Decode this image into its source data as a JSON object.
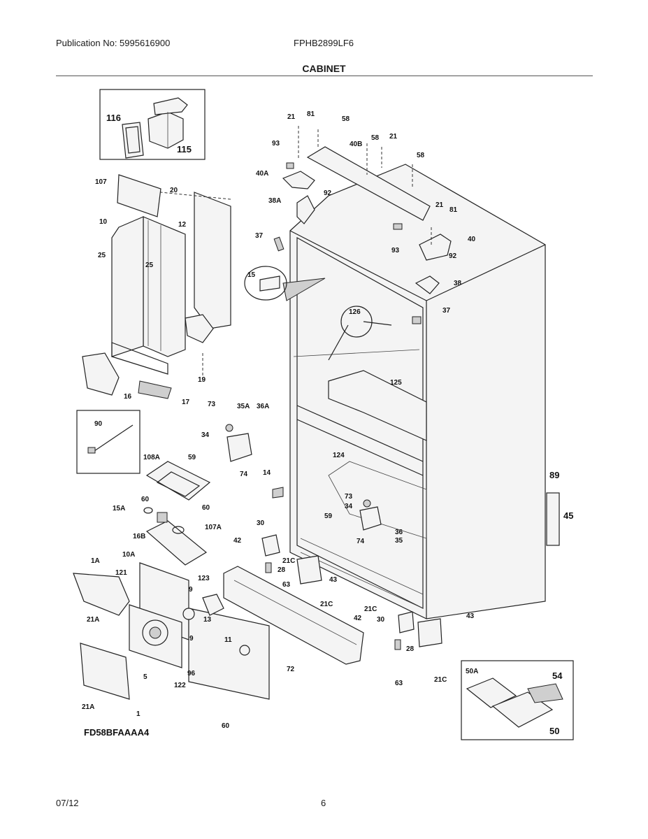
{
  "header": {
    "publication": "Publication No: 5995616900",
    "model": "FPHB2899LF6",
    "section_title": "CABINET"
  },
  "footer": {
    "date": "07/12",
    "page": "6"
  },
  "diagram": {
    "reference_code": "FD58BFAAAA4",
    "part_labels": [
      "116",
      "115",
      "107",
      "20",
      "10",
      "12",
      "25",
      "25",
      "16",
      "17",
      "19",
      "90",
      "73",
      "35A",
      "36A",
      "34",
      "59",
      "74",
      "108A",
      "14",
      "60",
      "15A",
      "60",
      "16B",
      "107A",
      "1A",
      "10A",
      "121",
      "123",
      "9",
      "21A",
      "13",
      "9",
      "11",
      "5",
      "96",
      "122",
      "21A",
      "1",
      "60",
      "72",
      "63",
      "42",
      "30",
      "21C",
      "28",
      "43",
      "21C",
      "21",
      "81",
      "58",
      "93",
      "40B",
      "58",
      "21",
      "40A",
      "92",
      "58",
      "38A",
      "37",
      "93",
      "21",
      "81",
      "40",
      "92",
      "15",
      "38",
      "126",
      "37",
      "125",
      "124",
      "73",
      "34",
      "59",
      "36",
      "74",
      "35",
      "89",
      "45",
      "21C",
      "42",
      "30",
      "43",
      "28",
      "63",
      "21C",
      "50A",
      "54",
      "50"
    ]
  }
}
